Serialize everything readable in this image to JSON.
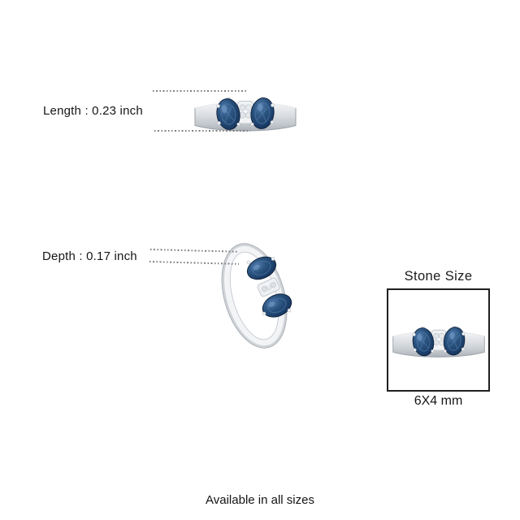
{
  "measurements": {
    "length_label": "Length : 0.23 inch",
    "depth_label": "Depth : 0.17 inch"
  },
  "stone_size": {
    "title": "Stone Size",
    "value": "6X4 mm"
  },
  "footer": {
    "text": "Available in all sizes"
  },
  "colors": {
    "background": "#ffffff",
    "text": "#1c1c1c",
    "dotted_line": "#7f7f7f",
    "box_border": "#1f1f1f",
    "sapphire_blue": "#1d3c66",
    "sapphire_highlight": "#4b76a8",
    "diamond_white": "#eef0f2",
    "metal_silver": "#d5d8dc"
  }
}
